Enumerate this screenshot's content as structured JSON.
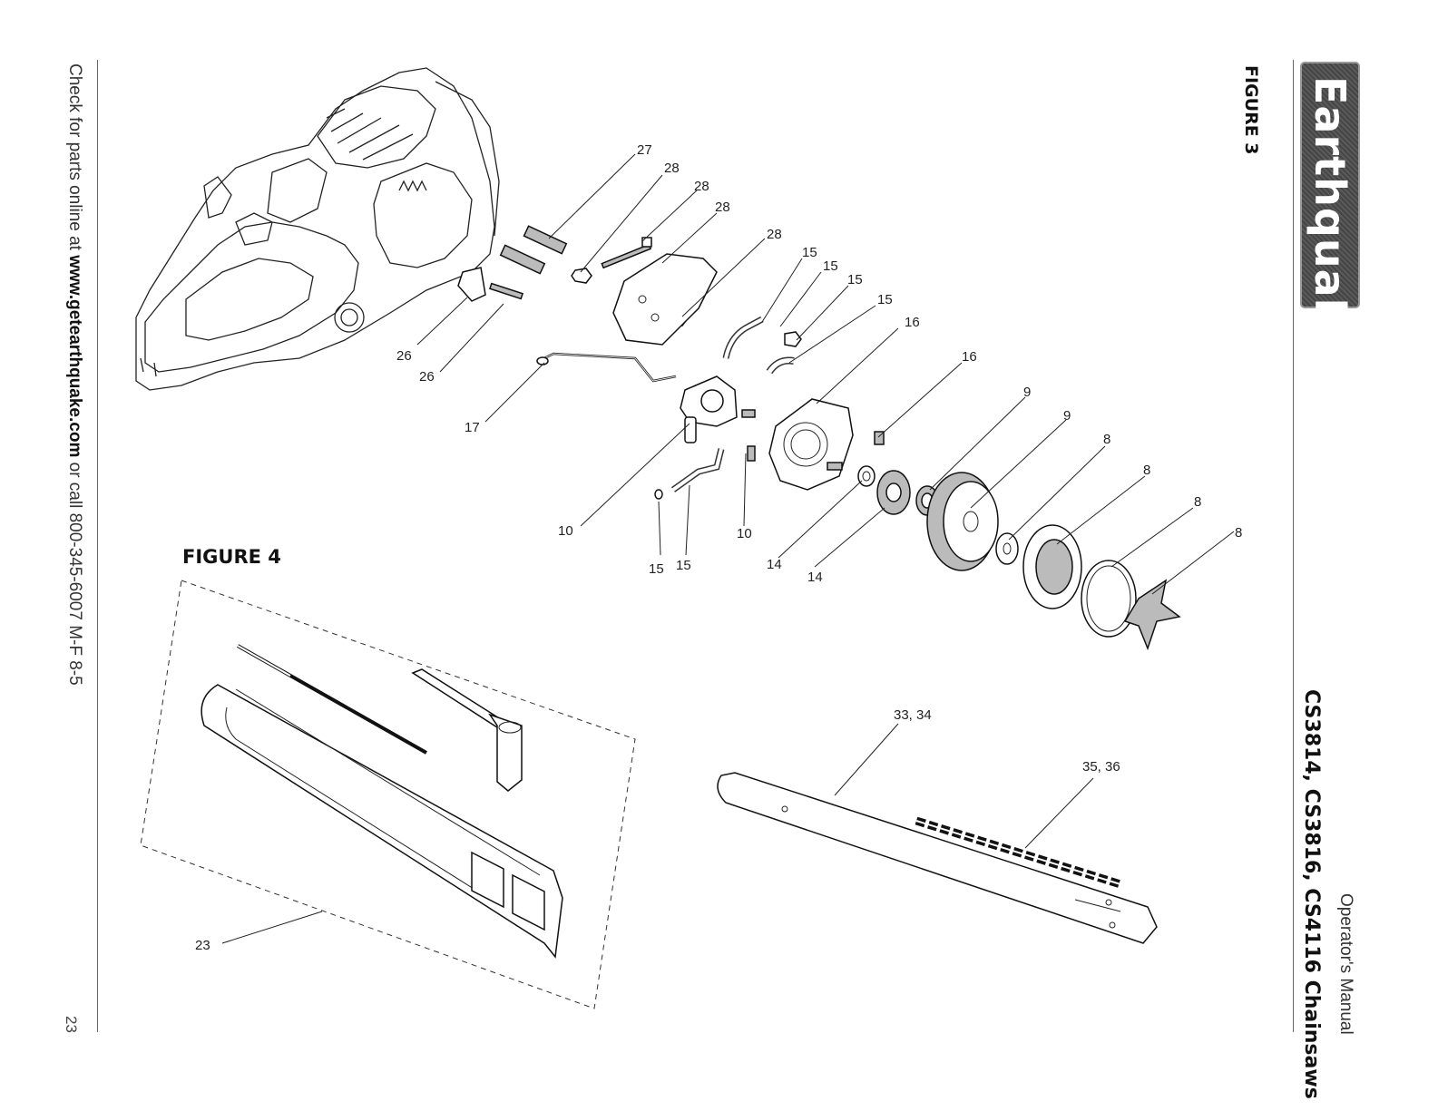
{
  "sidebar_left": {
    "prefix": "Check for parts online at ",
    "url": "www.getearthquake.com",
    "suffix": " or call 800-345-6007 M-F 8-5",
    "page_number": "23"
  },
  "sidebar_right": {
    "brand": "Earthquake",
    "figure_3_title": "FIGURE 3",
    "manual_type": "Operator's Manual",
    "models": "CS3814, CS3816, CS4116 Chainsaws"
  },
  "figure_4": {
    "title": "FIGURE 4"
  },
  "callouts": {
    "c27": "27",
    "c28a": "28",
    "c28b": "28",
    "c28c": "28",
    "c28d": "28",
    "c26a": "26",
    "c26b": "26",
    "c15a": "15",
    "c15b": "15",
    "c15c": "15",
    "c15d": "15",
    "c15e": "15",
    "c15f": "15",
    "c16a": "16",
    "c16b": "16",
    "c17": "17",
    "c10a": "10",
    "c10b": "10",
    "c14a": "14",
    "c14b": "14",
    "c9a": "9",
    "c9b": "9",
    "c8a": "8",
    "c8b": "8",
    "c8c": "8",
    "c8d": "8",
    "c23": "23",
    "c33": "33, 34",
    "c35": "35, 36"
  },
  "colors": {
    "ink": "#222222",
    "logo_bg": "#4f4f4f",
    "logo_text": "#ffffff"
  }
}
